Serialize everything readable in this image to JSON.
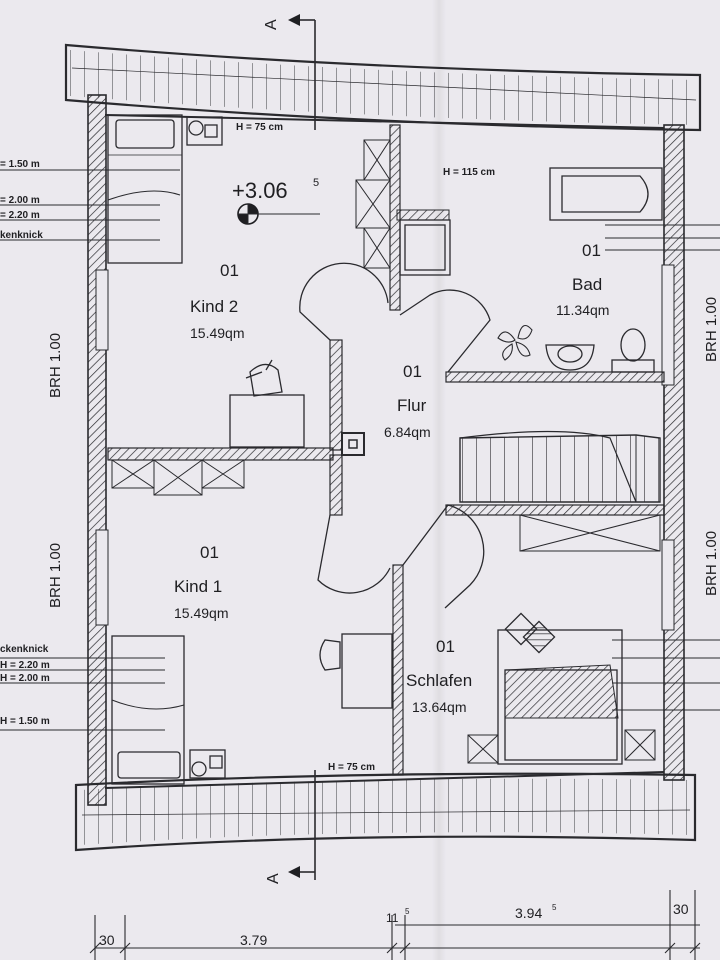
{
  "section_marker": "A",
  "level": {
    "value": "+3.06",
    "sup": "5"
  },
  "rooms": {
    "kind2": {
      "number": "01",
      "name": "Kind  2",
      "area": "15.49qm"
    },
    "kind1": {
      "number": "01",
      "name": "Kind  1",
      "area": "15.49qm"
    },
    "flur": {
      "number": "01",
      "name": "Flur",
      "area": "6.84qm"
    },
    "bad": {
      "number": "01",
      "name": "Bad",
      "area": "11.34qm"
    },
    "schlafen": {
      "number": "01",
      "name": "Schlafen",
      "area": "13.64qm"
    }
  },
  "heights": {
    "top_window": "H = 75 cm",
    "bath_window": "H = 115 cm",
    "bottom_window": "H = 75 cm"
  },
  "left_labels_top": [
    "= 1.50 m",
    "= 2.00 m",
    "= 2.20 m",
    "kenknick"
  ],
  "left_labels_bottom": [
    "ckenknick",
    "H = 2.20 m",
    "H = 2.00 m",
    "H = 1.50 m"
  ],
  "brh": {
    "left_top": "BRH   1.00",
    "left_bottom": "BRH   1.00",
    "right_top": "BRH   1.00",
    "right_bottom": "BRH   1.00"
  },
  "dimensions": {
    "left_wall": "30",
    "left_room": "3.79",
    "mid_wall": "11",
    "mid_wall_sup": "5",
    "right_room": "3.94",
    "right_room_sup": "5",
    "right_wall": "30"
  },
  "colors": {
    "ink": "#1f1f22",
    "paper": "#ebe9ee",
    "grid": "#d8d5dc"
  }
}
